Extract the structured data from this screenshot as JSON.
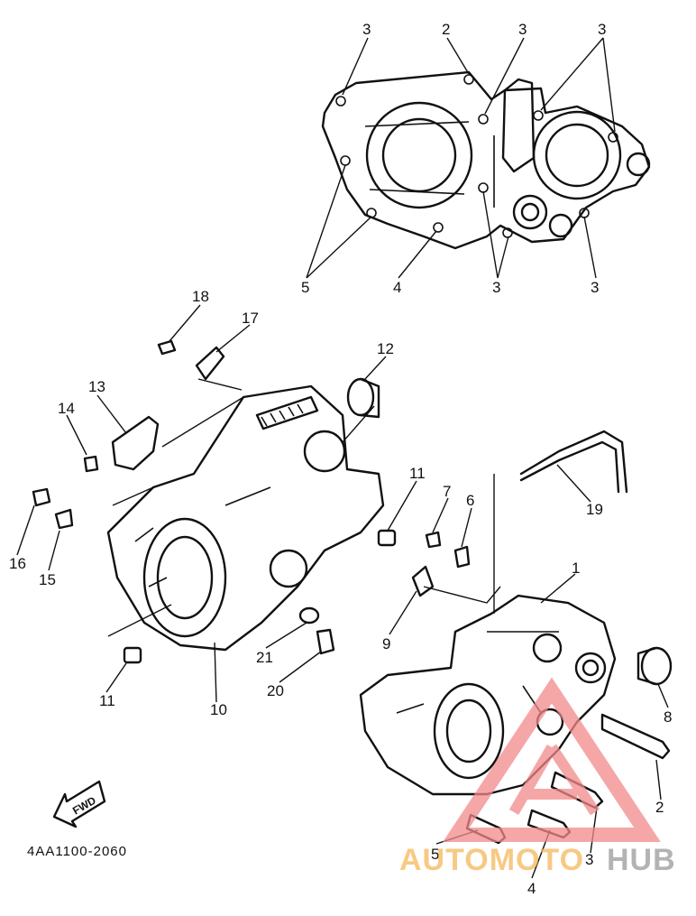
{
  "diagram": {
    "part_code": "4AA1100-2060",
    "fwd_label": "FWD",
    "watermark": {
      "text_auto": "AUTOMOTO",
      "text_hub": "HUB",
      "color_accent": "#f28a8a",
      "color_orange": "#f5b85a",
      "color_gray": "#9a9a9a"
    },
    "callouts": [
      {
        "label": "3"
      },
      {
        "label": "2"
      },
      {
        "label": "3"
      },
      {
        "label": "3"
      },
      {
        "label": "5"
      },
      {
        "label": "4"
      },
      {
        "label": "3"
      },
      {
        "label": "3"
      },
      {
        "label": "18"
      },
      {
        "label": "17"
      },
      {
        "label": "12"
      },
      {
        "label": "13"
      },
      {
        "label": "14"
      },
      {
        "label": "16"
      },
      {
        "label": "15"
      },
      {
        "label": "11"
      },
      {
        "label": "7"
      },
      {
        "label": "6"
      },
      {
        "label": "19"
      },
      {
        "label": "1"
      },
      {
        "label": "9"
      },
      {
        "label": "21"
      },
      {
        "label": "20"
      },
      {
        "label": "11"
      },
      {
        "label": "10"
      },
      {
        "label": "8"
      },
      {
        "label": "2"
      },
      {
        "label": "5"
      },
      {
        "label": "3"
      },
      {
        "label": "4"
      }
    ]
  }
}
